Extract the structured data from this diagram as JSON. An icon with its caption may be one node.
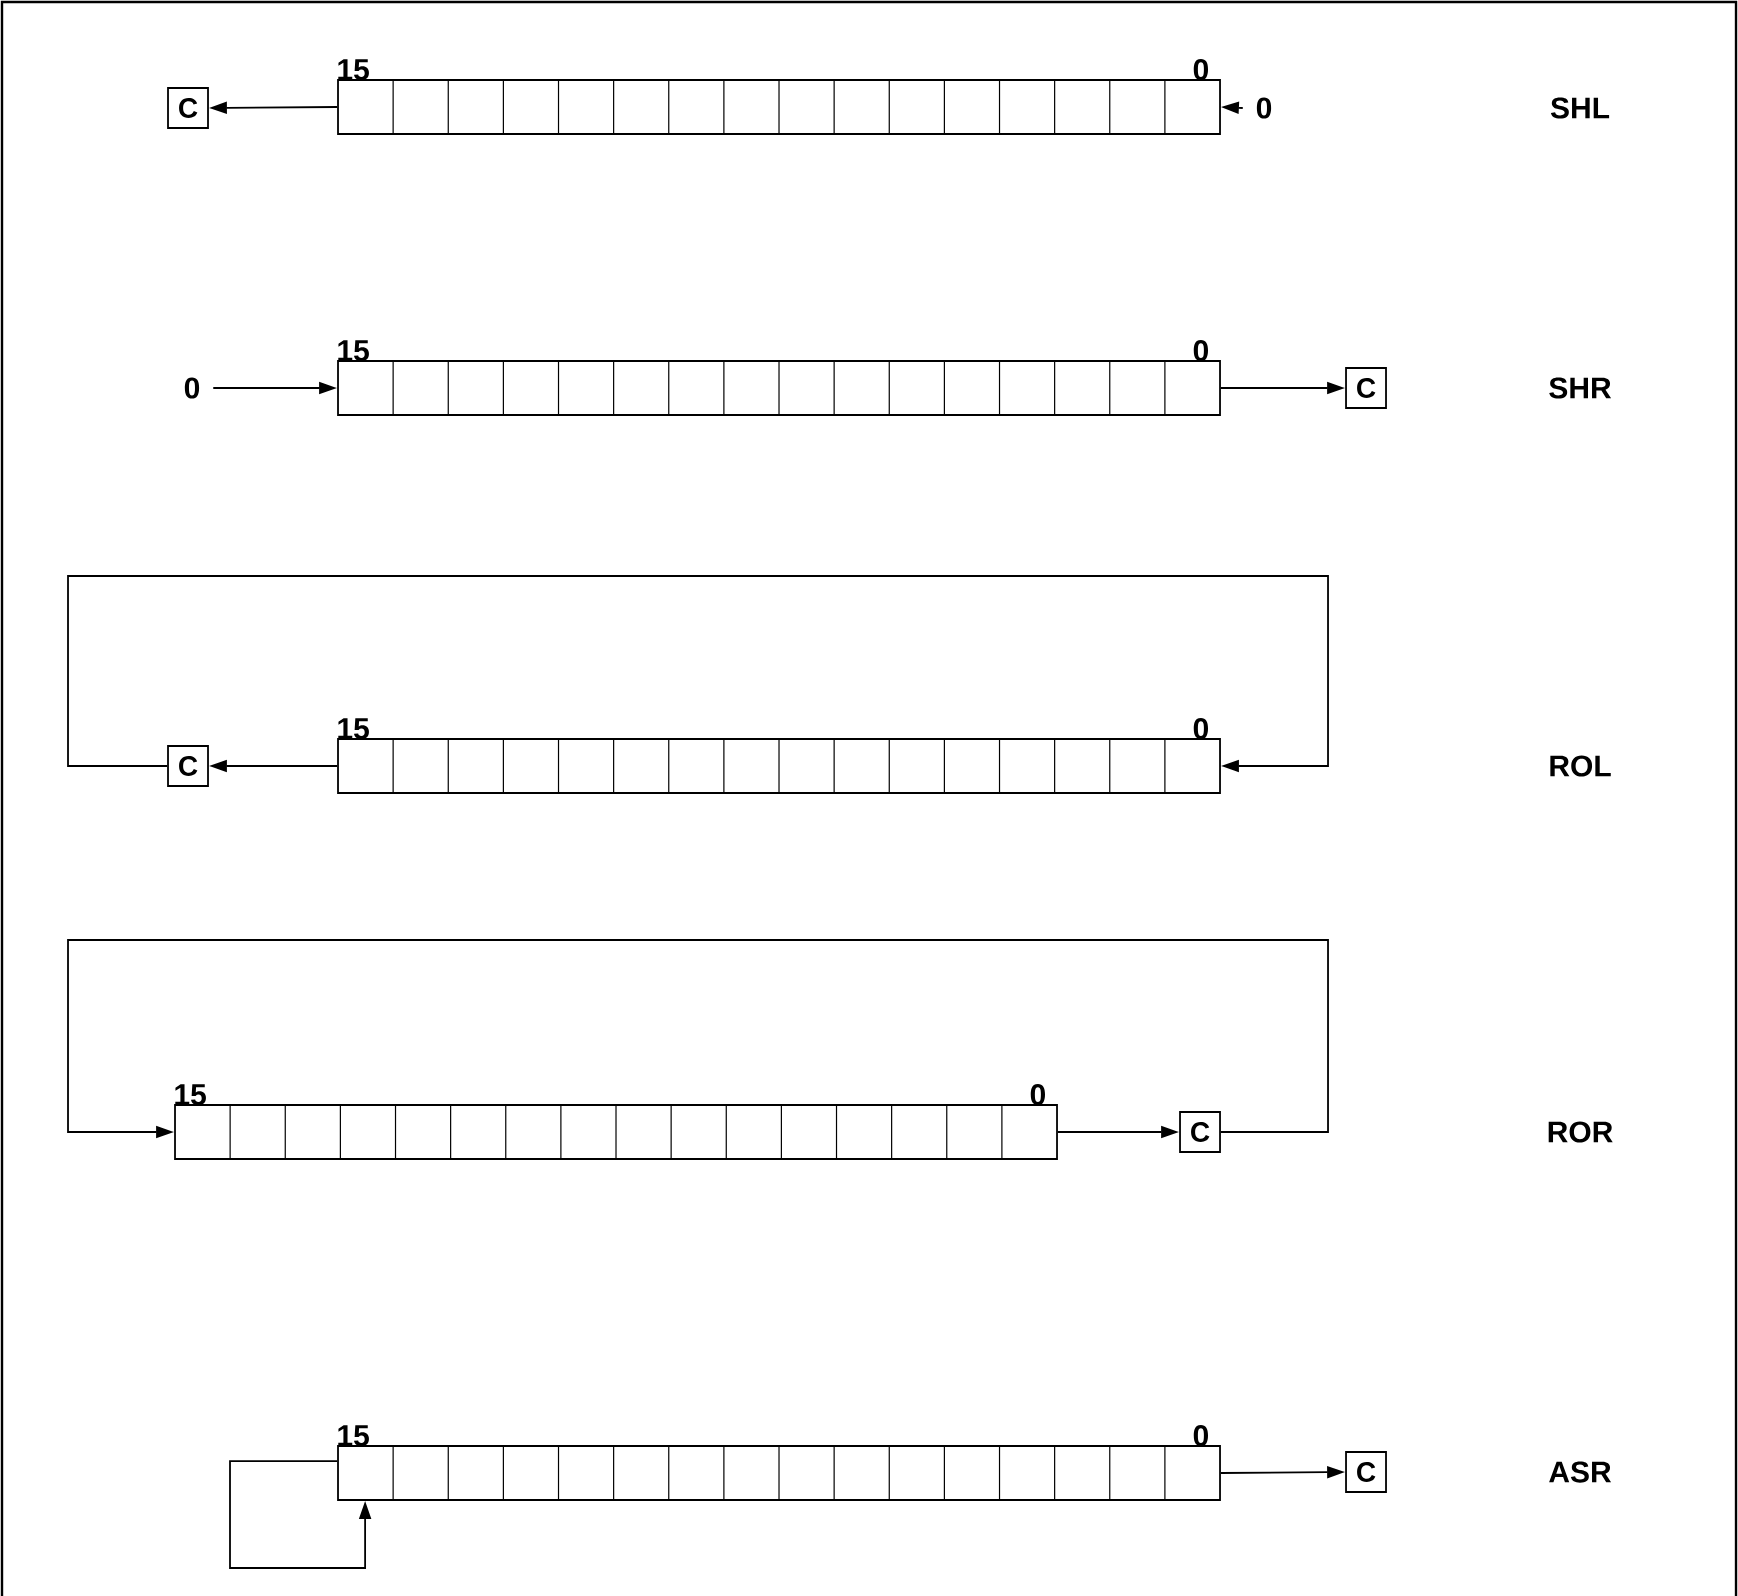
{
  "diagram": {
    "nodes": [
      {
        "text": [
          "C"
        ]
      },
      {
        "text": [],
        "shape": "bar",
        "beside": [
          "15",
          "0"
        ]
      },
      {
        "text": [
          "0"
        ]
      },
      {
        "text": [
          "0"
        ]
      },
      {
        "text": [],
        "shape": "bar",
        "beside": [
          "15",
          "0"
        ]
      },
      {
        "text": [
          "C"
        ]
      },
      {
        "text": [
          "C"
        ]
      },
      {
        "text": [],
        "shape": "bar",
        "beside": [
          "15",
          "0"
        ]
      },
      {
        "text": [],
        "shape": "bar",
        "beside": [
          "15",
          "0"
        ]
      },
      {
        "text": [
          "C"
        ]
      },
      {
        "text": [],
        "shape": "bar",
        "beside": [
          "15",
          "0"
        ]
      },
      {
        "text": [
          "C"
        ]
      }
    ],
    "edges": [
      {
        "from": 1,
        "to": 0,
        "arrow": "to"
      },
      {
        "from": 2,
        "to": 1,
        "arrow": "to"
      },
      {
        "from": 3,
        "to": 4,
        "arrow": "to"
      },
      {
        "from": 4,
        "to": 5,
        "arrow": "to"
      },
      {
        "from": 7,
        "to": 6,
        "arrow": "to"
      },
      {
        "from": 6,
        "to": 7,
        "arrow": "to"
      },
      {
        "from": 8,
        "to": 9,
        "arrow": "to"
      },
      {
        "from": 9,
        "to": 8,
        "arrow": "to"
      },
      {
        "from": 10,
        "to": 11,
        "arrow": "to"
      },
      {
        "from": 10,
        "to": 10,
        "arrow": "to"
      }
    ],
    "labels": [
      "SHL",
      "SHR",
      "ROL",
      "ROR",
      "ASR"
    ]
  }
}
